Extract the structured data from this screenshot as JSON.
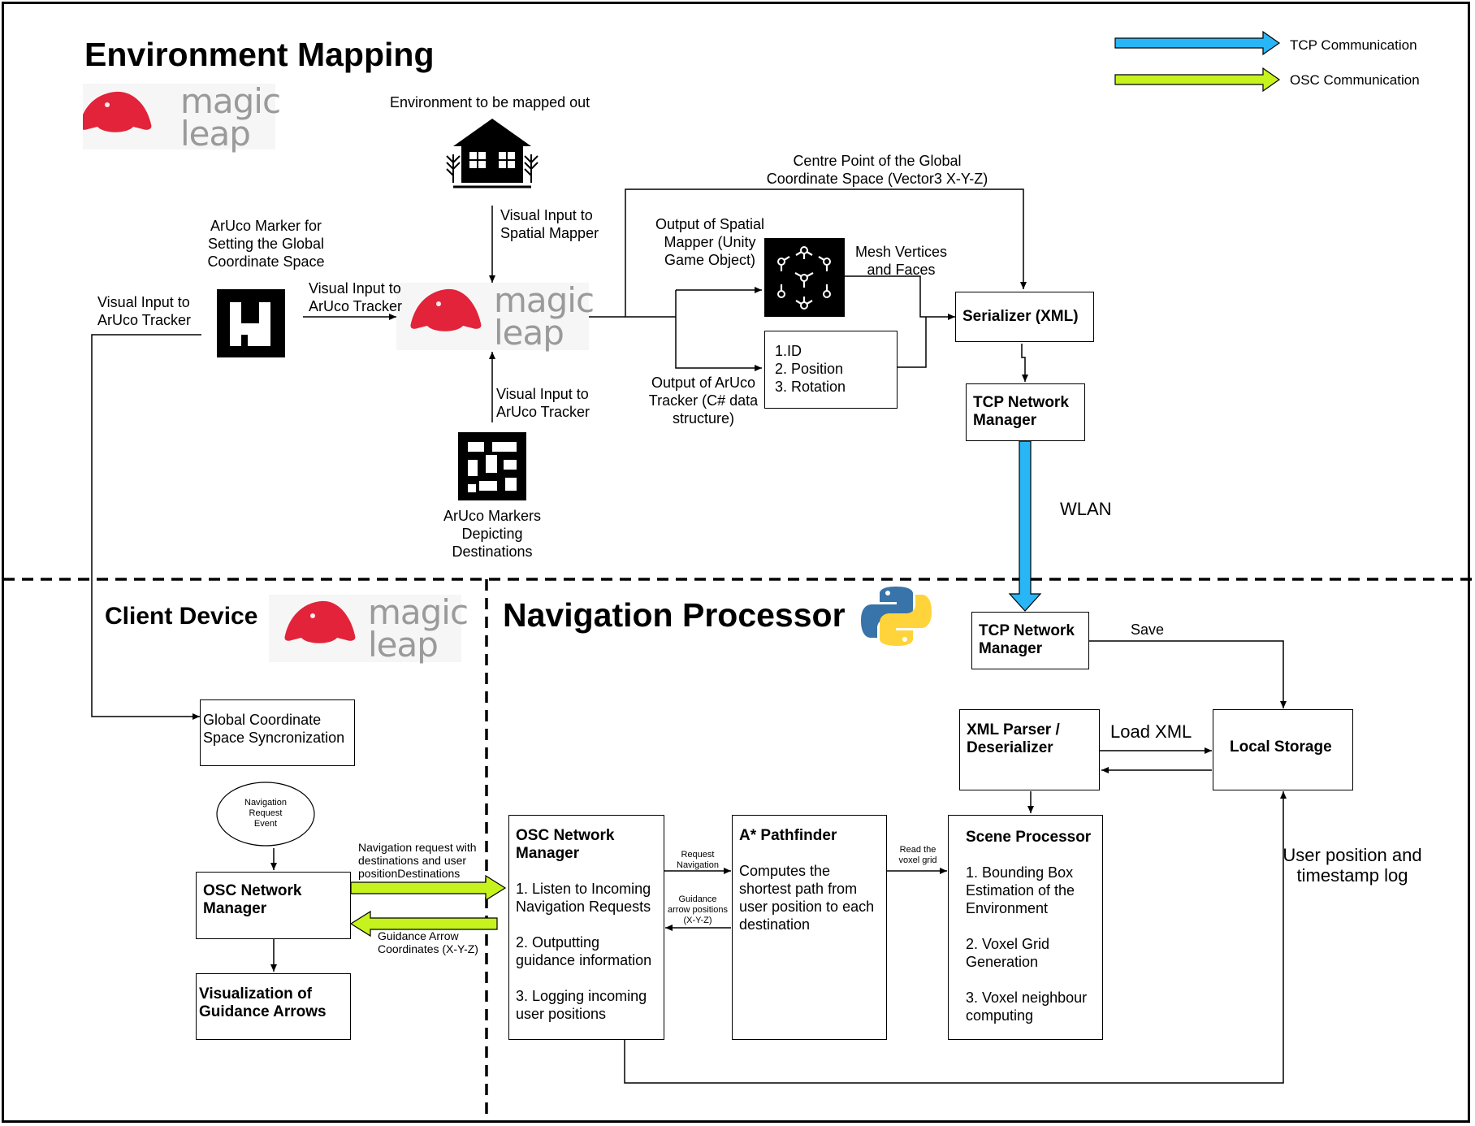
{
  "legend": {
    "tcp": {
      "label": "TCP Communication",
      "color": "#29b6f6"
    },
    "osc": {
      "label": "OSC Communication",
      "color": "#c6f21e"
    }
  },
  "sections": {
    "environment_mapping": "Environment Mapping",
    "client_device": "Client Device",
    "navigation_processor": "Navigation Processor"
  },
  "logo": {
    "text": "magic\nleap",
    "color": "#e2233a"
  },
  "env": {
    "environment_label": "Environment to be mapped out",
    "visual_to_spatial": "Visual Input to\nSpatial Mapper",
    "aruco_global_label": "ArUco Marker for\nSetting the Global\nCoordinate Space",
    "visual_to_aruco_left": "Visual Input to\nArUco Tracker",
    "visual_to_aruco_mid": "Visual Input to\nArUco Tracker",
    "visual_to_aruco_bottom": "Visual Input to\nArUco Tracker",
    "aruco_destinations": "ArUco Markers\nDepicting\nDestinations",
    "spatial_output": "Output of Spatial\nMapper (Unity\nGame Object)",
    "mesh_label": "Mesh Vertices\nand Faces",
    "aruco_output": "Output of ArUco\nTracker (C# data\nstructure)",
    "tracker_fields": "1.ID\n2. Position\n3. Rotation",
    "centre_point": "Centre Point of the Global\nCoordinate Space (Vector3 X-Y-Z)",
    "serializer": "Serializer (XML)",
    "tcp_manager": "TCP Network\nManager",
    "wlan": "WLAN"
  },
  "client": {
    "global_sync": "Global Coordinate\nSpace Syncronization",
    "nav_event": "Navigation\nRequest\nEvent",
    "osc_manager": "OSC Network\nManager",
    "visualization": "Visualization of\nGuidance Arrows",
    "nav_request_label": "Navigation request with\ndestinations and user\npositionDestinations",
    "guidance_label": "Guidance Arrow\nCoordinates (X-Y-Z)"
  },
  "processor": {
    "tcp_manager": "TCP Network\nManager",
    "save": "Save",
    "xml_parser": "XML Parser  /\nDeserializer",
    "load_xml": "Load XML",
    "local_storage": "Local Storage",
    "osc_title": "OSC Network\nManager",
    "osc_items": "1. Listen to Incoming\nNavigation Requests\n\n2. Outputting\nguidance information\n\n3. Logging incoming\nuser positions",
    "request_nav": "Request\nNavigation",
    "guidance_positions": "Guidance\narrow positions\n(X-Y-Z)",
    "astar_title": "A* Pathfinder",
    "astar_desc": "Computes the\nshortest path from\nuser position to each\ndestination",
    "read_voxel": "Read the\nvoxel grid",
    "scene_title": "Scene Processor",
    "scene_items": "1. Bounding Box\nEstimation of the\nEnvironment\n\n2. Voxel Grid\nGeneration\n\n3. Voxel neighbour\ncomputing",
    "user_log": "User position and\ntimestamp log"
  }
}
